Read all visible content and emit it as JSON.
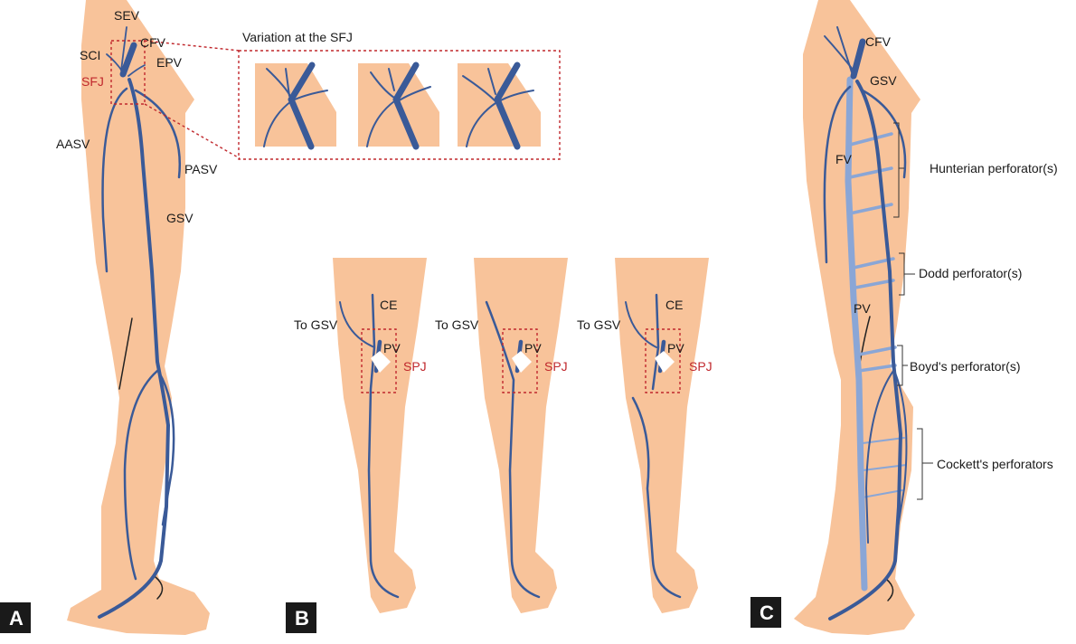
{
  "panel_a": {
    "letter": "A",
    "labels": {
      "sev": "SEV",
      "cfv": "CFV",
      "sci": "SCI",
      "epv": "EPV",
      "sfj": "SFJ",
      "aasv": "AASV",
      "pasv": "PASV",
      "gsv": "GSV"
    },
    "inset_title": "Variation at the SFJ"
  },
  "panel_b": {
    "letter": "B",
    "legs": [
      {
        "to_gsv": "To GSV",
        "ce": "CE",
        "pv": "PV",
        "spj": "SPJ"
      },
      {
        "to_gsv": "To GSV",
        "ce": "",
        "pv": "PV",
        "spj": "SPJ"
      },
      {
        "to_gsv": "To GSV",
        "ce": "CE",
        "pv": "PV",
        "spj": "SPJ"
      }
    ]
  },
  "panel_c": {
    "letter": "C",
    "labels": {
      "cfv": "CFV",
      "gsv": "GSV",
      "fv": "FV",
      "pv": "PV"
    },
    "perforators": {
      "hunterian": "Hunterian perforator(s)",
      "dodd": "Dodd perforator(s)",
      "boyd": "Boyd's perforator(s)",
      "cockett": "Cockett's perforators"
    }
  },
  "colors": {
    "skin": "#f8c39a",
    "superficial_vein": "#3a5a98",
    "deep_vein": "#8aa6d6",
    "junction_highlight": "#c0282d",
    "letter_box": "#1a1a1a"
  }
}
